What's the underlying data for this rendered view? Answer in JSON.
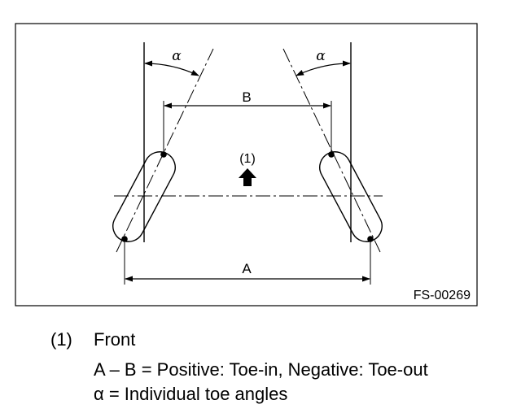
{
  "diagram": {
    "label_alpha_left": "α",
    "label_alpha_right": "α",
    "label_b": "B",
    "label_a": "A",
    "label_front_marker": "(1)",
    "figure_id": "FS-00269"
  },
  "legend": {
    "item1_number": "(1)",
    "item1_text": "Front",
    "line2": "A – B = Positive: Toe-in, Negative: Toe-out",
    "line3": "α = Individual toe angles"
  }
}
